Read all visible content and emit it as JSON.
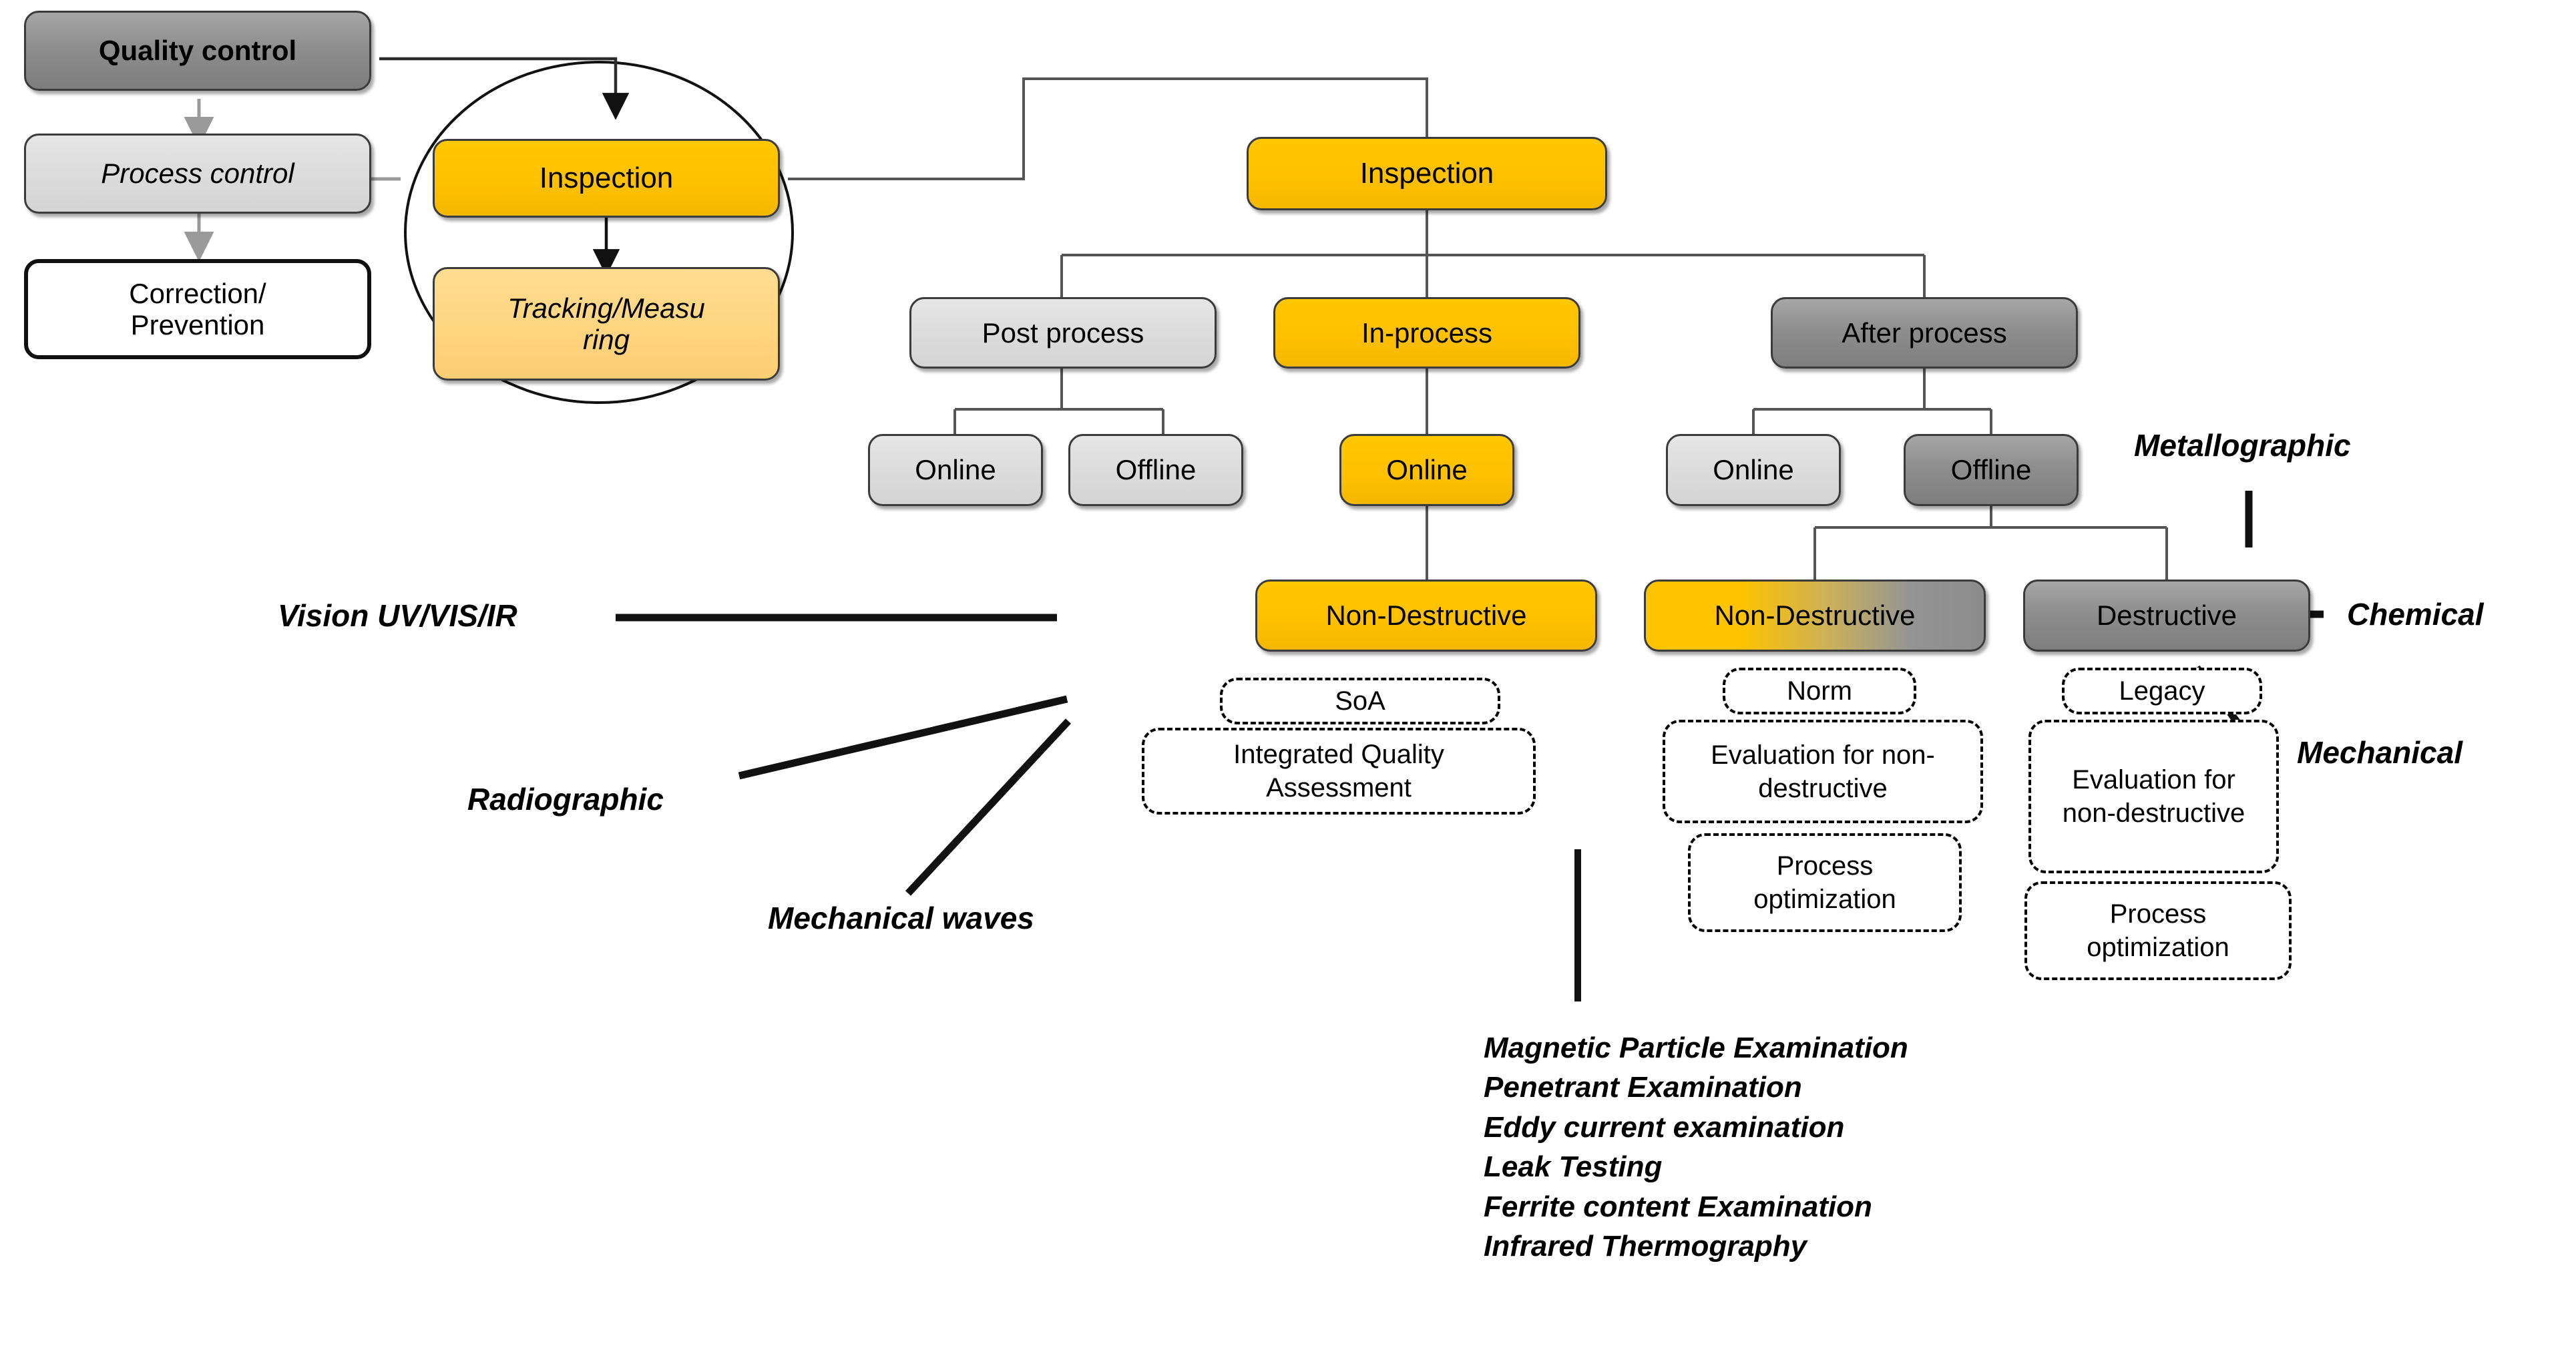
{
  "title_hidden": "",
  "left_flow": {
    "quality_control": "Quality control",
    "process_control": "Process control",
    "correction_prevention_line1": "Correction/",
    "correction_prevention_line2": "Prevention",
    "inspection": "Inspection",
    "tracking_measuring_line1": "Tracking/Measu",
    "tracking_measuring_line2": "ring"
  },
  "tree": {
    "root": "Inspection",
    "branches": [
      {
        "label": "Post process",
        "style": "grey-light",
        "children": [
          {
            "label": "Online",
            "style": "grey-light"
          },
          {
            "label": "Offline",
            "style": "grey-light"
          }
        ]
      },
      {
        "label": "In-process",
        "style": "gold",
        "children": [
          {
            "label": "Online",
            "style": "gold"
          }
        ]
      },
      {
        "label": "After process",
        "style": "grey-dark",
        "children": [
          {
            "label": "Online",
            "style": "grey-light"
          },
          {
            "label": "Offline",
            "style": "grey-dark"
          }
        ]
      }
    ],
    "leaf_nondestructive_center": "Non-Destructive",
    "leaf_nondestructive_right": "Non-Destructive",
    "leaf_destructive": "Destructive"
  },
  "dashed_groups": {
    "center": [
      "SoA",
      "Integrated Quality Assessment"
    ],
    "nondestructive_right": [
      "Norm",
      "Evaluation for non-destructive",
      "Process optimization"
    ],
    "destructive": [
      "Legacy",
      "Evaluation for non-destructive",
      "Process optimization"
    ]
  },
  "annotations": {
    "left": [
      "Vision UV/VIS/IR",
      "Radiographic",
      "Mechanical waves"
    ],
    "right": [
      "Metallographic",
      "Chemical",
      "Mechanical"
    ]
  },
  "ndt_methods": [
    "Magnetic Particle Examination",
    "Penetrant Examination",
    "Eddy current examination",
    "Leak Testing",
    "Ferrite content Examination",
    "Infrared Thermography"
  ],
  "colors": {
    "gold": "#FFC300",
    "gold_light": "#FFD47E",
    "grey_dark": "#8E8E8E",
    "grey_light": "#DCDCDC",
    "line": "#3b3b3b",
    "arrow_grey": "#9a9a9a",
    "black": "#000000"
  }
}
